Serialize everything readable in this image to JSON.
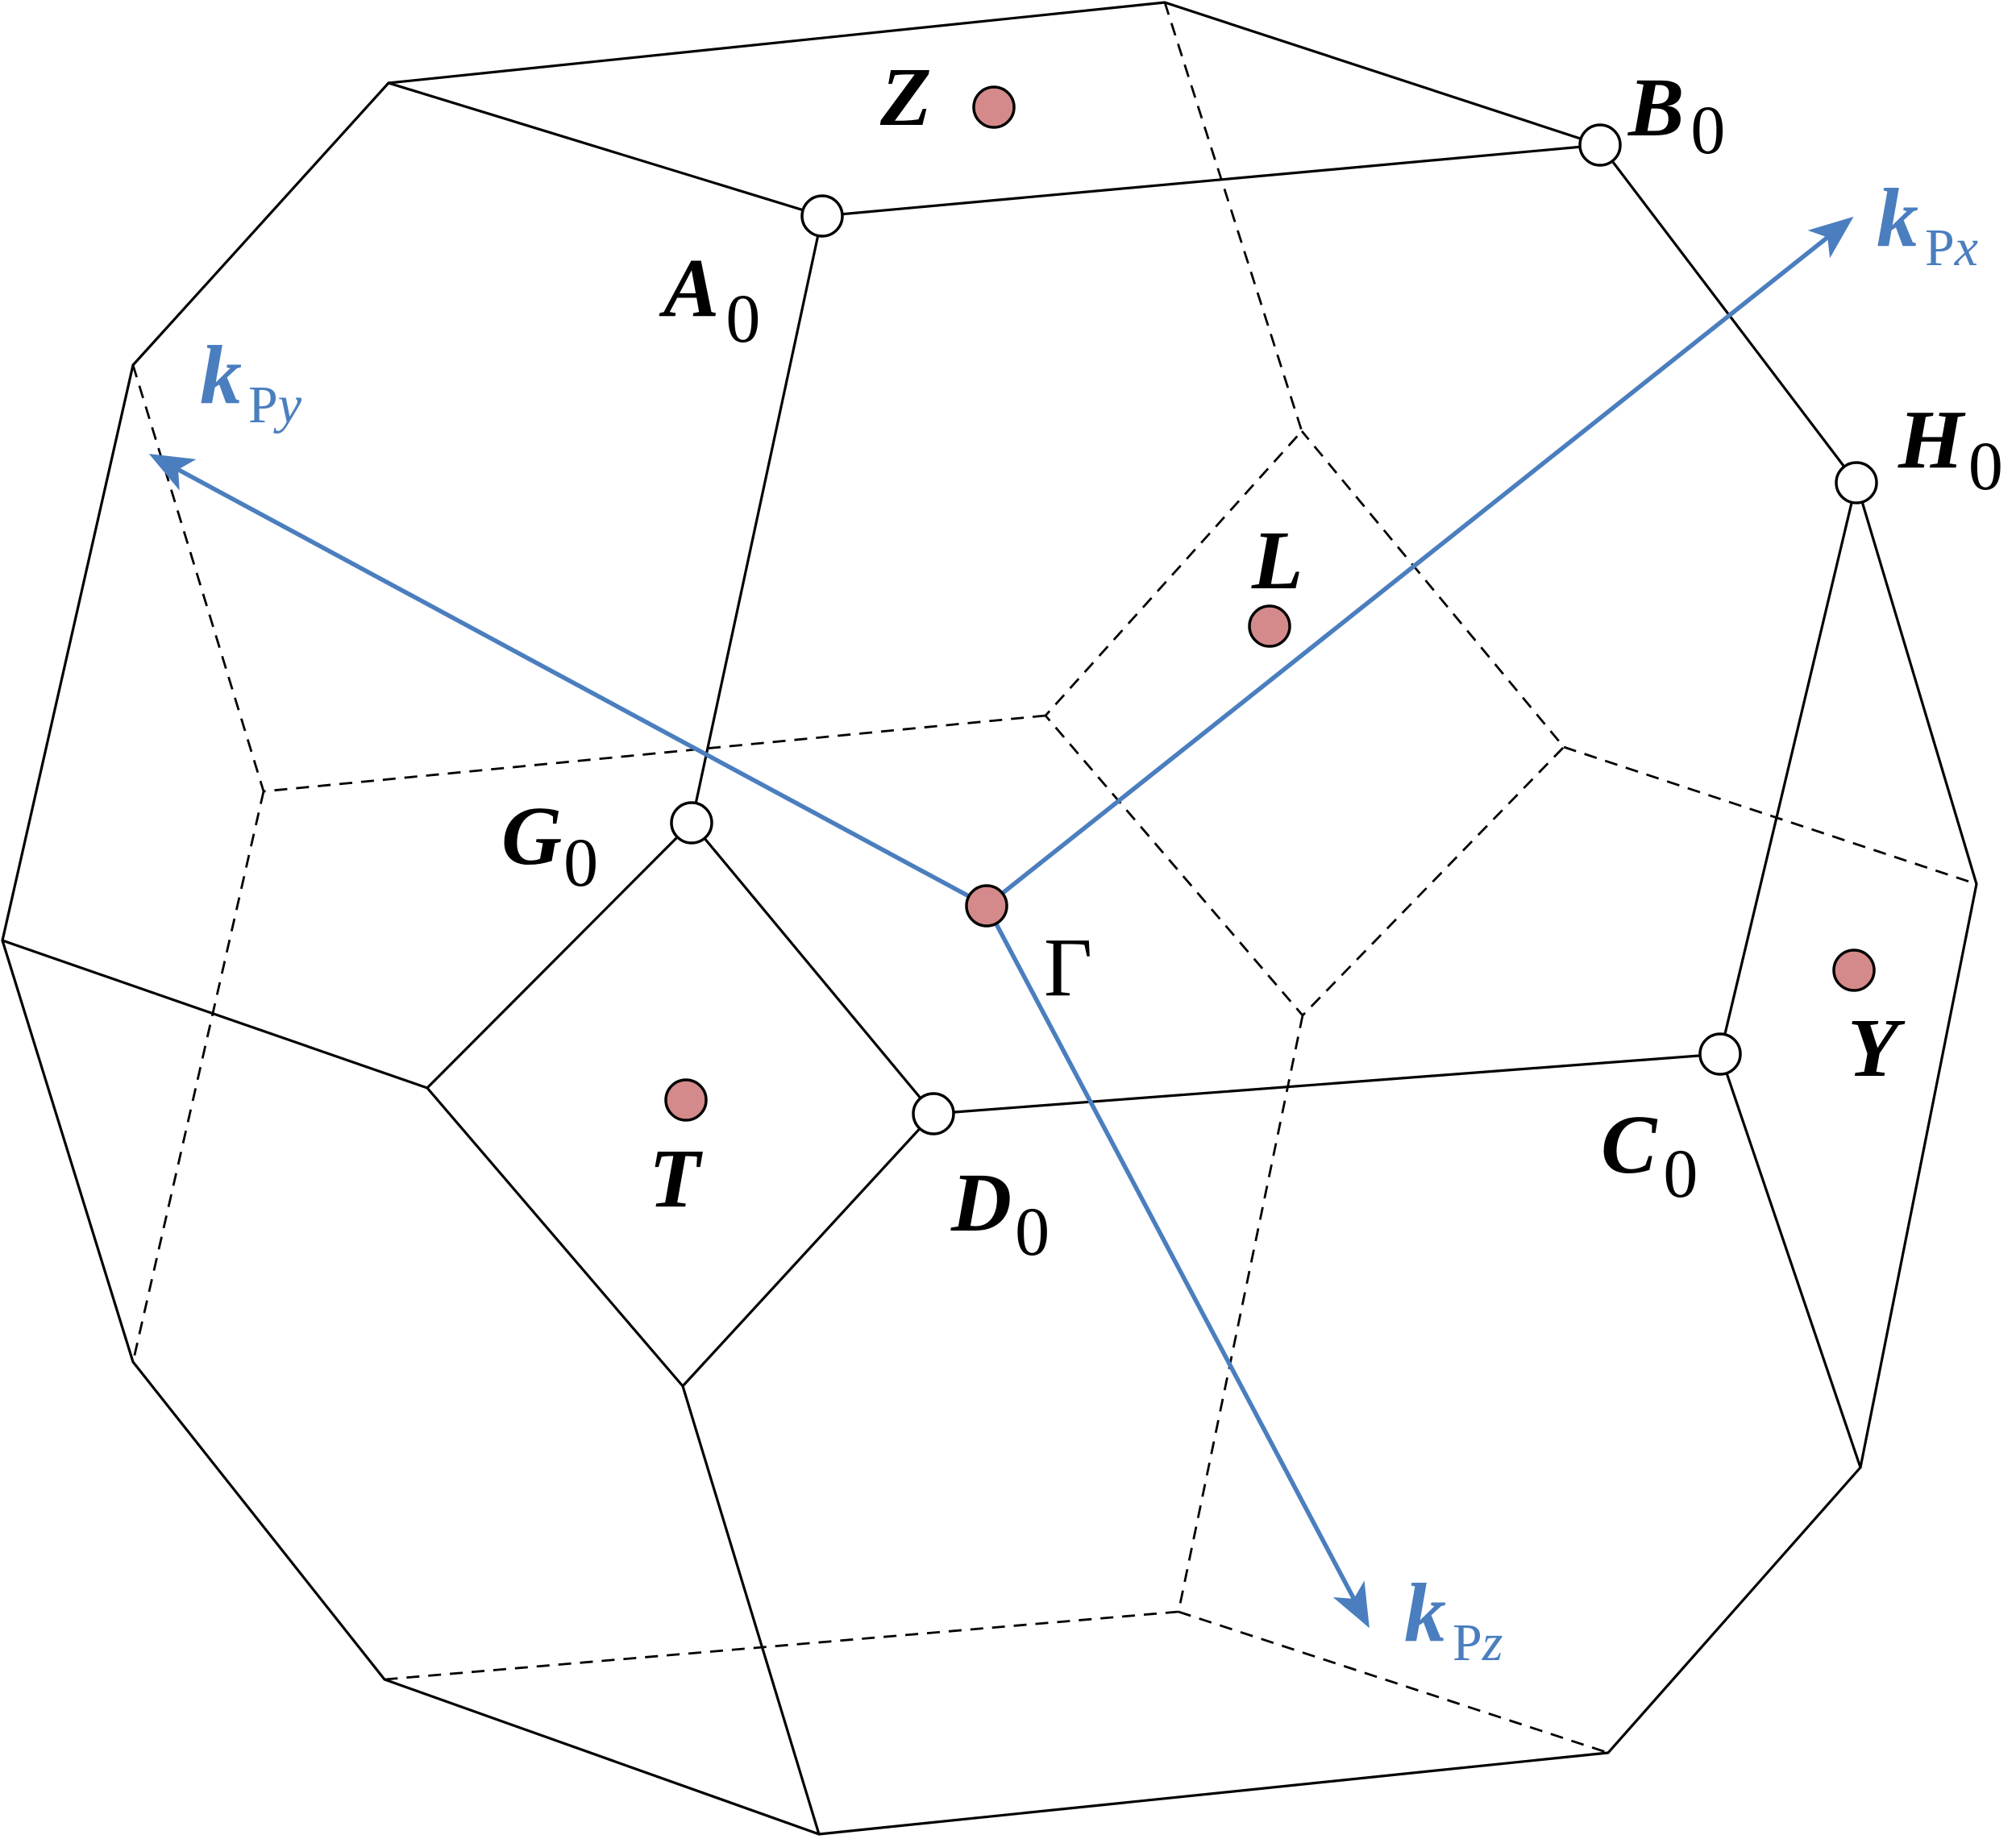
{
  "colors": {
    "edge": "#000000",
    "axis": "#4a7ebf",
    "high_symmetry_point_fill": "#d48a8a",
    "vertex_point_fill": "#ffffff"
  },
  "labels": {
    "Z": {
      "main": "Z",
      "sub": ""
    },
    "B0": {
      "main": "B",
      "sub": "0"
    },
    "A0": {
      "main": "A",
      "sub": "0"
    },
    "H0": {
      "main": "H",
      "sub": "0"
    },
    "L": {
      "main": "L",
      "sub": ""
    },
    "G0": {
      "main": "G",
      "sub": "0"
    },
    "Gamma": {
      "main": "Γ",
      "sub": ""
    },
    "Y": {
      "main": "Y",
      "sub": ""
    },
    "T": {
      "main": "T",
      "sub": ""
    },
    "D0": {
      "main": "D",
      "sub": "0"
    },
    "C0": {
      "main": "C",
      "sub": "0"
    }
  },
  "axes": {
    "kx": {
      "main": "k",
      "sub_upright": "P",
      "sub_italic": "x"
    },
    "ky": {
      "main": "k",
      "sub_upright": "P",
      "sub_italic": "y"
    },
    "kz": {
      "main": "k",
      "sub_upright": "P",
      "sub_italic": "z"
    }
  }
}
